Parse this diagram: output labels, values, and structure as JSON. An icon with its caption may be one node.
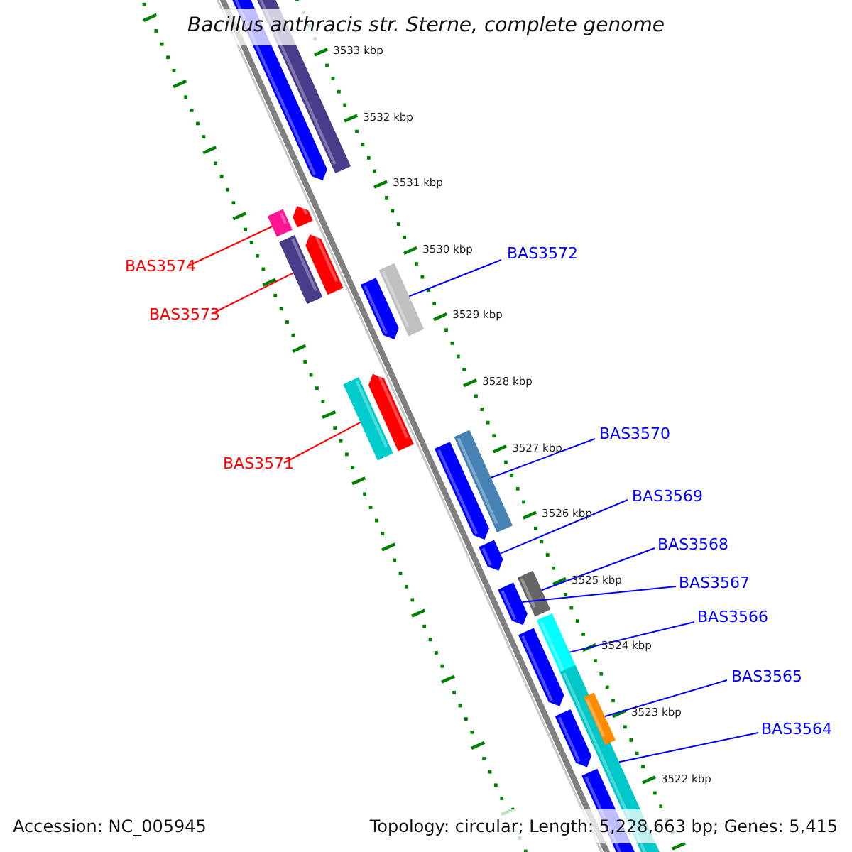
{
  "diagram": {
    "title": "Bacillus anthracis str. Sterne, complete genome",
    "nodes": [
      {
        "text": [
          "BAS3572"
        ]
      },
      {
        "text": [
          "BAS3574"
        ]
      },
      {
        "text": [
          "BAS3573"
        ]
      },
      {
        "text": [
          "BAS3570"
        ]
      },
      {
        "text": [
          "BAS3571"
        ]
      },
      {
        "text": [
          "BAS3569"
        ]
      },
      {
        "text": [
          "BAS3568"
        ]
      },
      {
        "text": [
          "BAS3567"
        ]
      },
      {
        "text": [
          "BAS3566"
        ]
      },
      {
        "text": [
          "BAS3565"
        ]
      },
      {
        "text": [
          "BAS3564"
        ]
      },
      {
        "text": [],
        "shape": "bar"
      },
      {
        "text": [],
        "shape": "bar"
      },
      {
        "text": [],
        "shape": "bar"
      },
      {
        "text": [],
        "shape": "bar"
      },
      {
        "text": [],
        "shape": "bar"
      },
      {
        "text": [],
        "shape": "bar"
      },
      {
        "text": [],
        "shape": "bar"
      },
      {
        "text": [],
        "shape": "bar"
      },
      {
        "text": [],
        "shape": "bar"
      },
      {
        "text": [],
        "shape": "bar"
      },
      {
        "text": [],
        "shape": "bar"
      }
    ],
    "edges": [
      {
        "from": 0,
        "to": 13,
        "arrow": "none"
      },
      {
        "from": 1,
        "to": 11,
        "arrow": "none",
        "color": "#ff0000"
      },
      {
        "from": 2,
        "to": 12,
        "arrow": "none",
        "color": "#ff0000"
      },
      {
        "from": 3,
        "to": 15,
        "arrow": "none"
      },
      {
        "from": 4,
        "to": 14,
        "arrow": "none",
        "color": "#ff0000"
      },
      {
        "from": 5,
        "to": 16,
        "arrow": "none"
      },
      {
        "from": 6,
        "to": 17,
        "arrow": "none"
      },
      {
        "from": 7,
        "to": 18,
        "arrow": "none"
      },
      {
        "from": 8,
        "to": 19,
        "arrow": "none"
      },
      {
        "from": 9,
        "to": 21,
        "arrow": "none"
      },
      {
        "from": 10,
        "to": 20,
        "arrow": "none"
      }
    ],
    "labels": [
      "3533 kbp",
      "3532 kbp",
      "3531 kbp",
      "3530 kbp",
      "3529 kbp",
      "3528 kbp",
      "3527 kbp",
      "3526 kbp",
      "3525 kbp",
      "3524 kbp",
      "3523 kbp",
      "3522 kbp",
      "Accession: NC_005945",
      "Topology: circular; Length: 5,228,663 bp; Genes: 5,415"
    ]
  }
}
